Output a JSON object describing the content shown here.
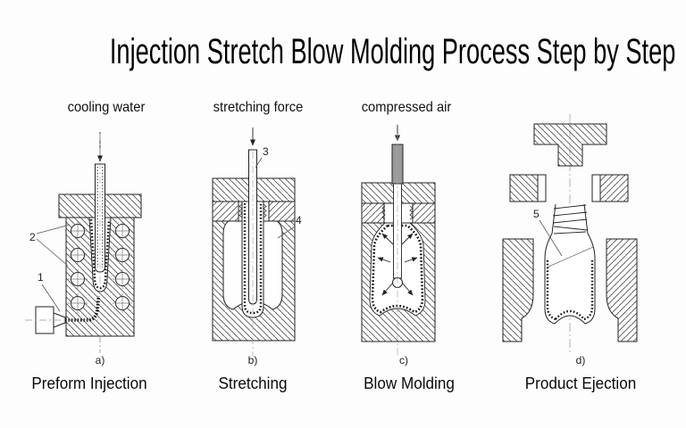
{
  "title": "Injection Stretch Blow Molding Process Step by Step",
  "colors": {
    "background": "#fdfdfd",
    "line": "#222222",
    "hatch": "#555555",
    "rod_gray": "#9a9a9a",
    "centerline_gray": "#aaaaaa"
  },
  "steps": [
    {
      "top_label": "cooling water",
      "figure_label": "a)",
      "caption": "Preform Injection",
      "callouts": {
        "nozzle": "1",
        "cooling_channels": "2"
      }
    },
    {
      "top_label": "stretching force",
      "figure_label": "b)",
      "caption": "Stretching",
      "callouts": {
        "stretch_rod": "3",
        "mold": "4"
      }
    },
    {
      "top_label": "compressed air",
      "figure_label": "c)",
      "caption": "Blow Molding",
      "callouts": {}
    },
    {
      "top_label": "",
      "figure_label": "d)",
      "caption": "Product Ejection",
      "callouts": {
        "bottle_neck": "5"
      }
    }
  ]
}
